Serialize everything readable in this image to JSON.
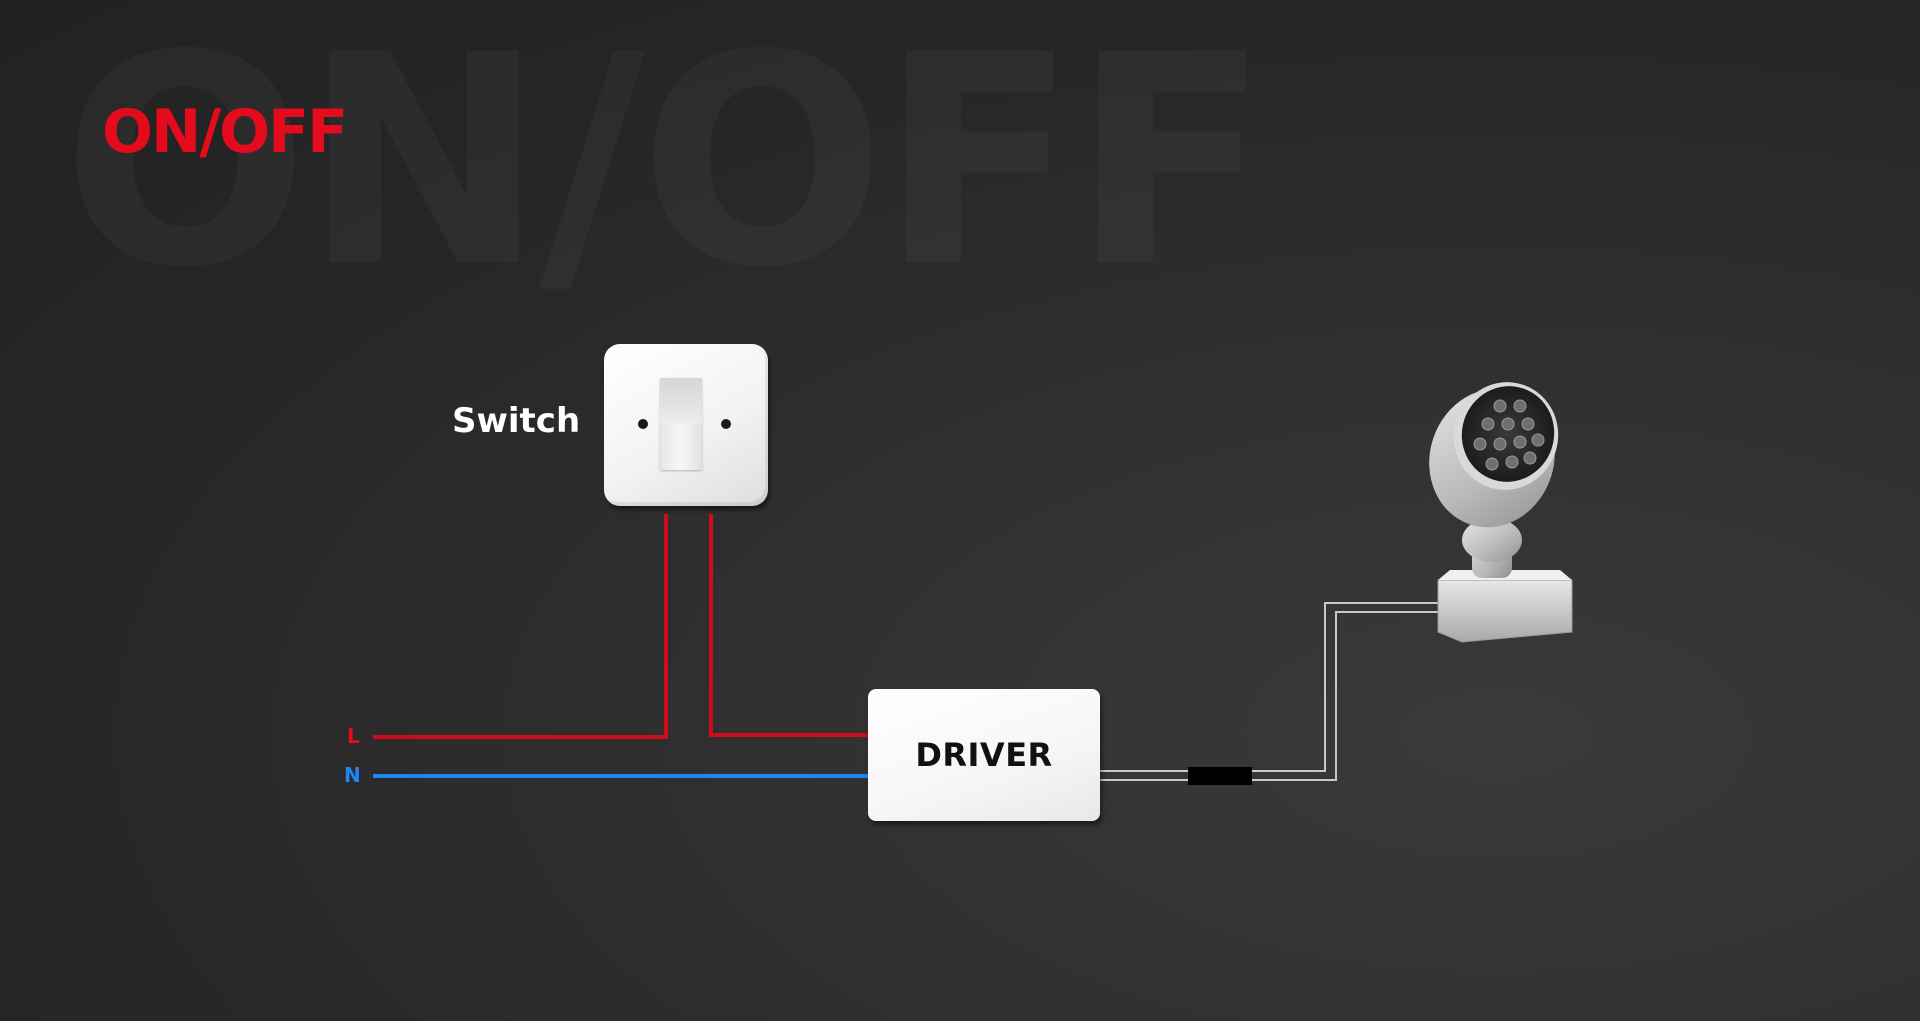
{
  "diagram": {
    "watermark": "ON/OFF",
    "title": "ON/OFF",
    "switch_label": "Switch",
    "driver_label": "DRIVER",
    "wire_labels": {
      "live": "L",
      "neutral": "N"
    },
    "colors": {
      "accent_red": "#e30b1c",
      "live_wire": "#d10b1c",
      "neutral_wire": "#1f86f4",
      "output_wire": "#c8c8c8",
      "background": "#2b2b2b"
    },
    "icons": [
      "light-switch-icon",
      "led-spotlight-icon"
    ]
  }
}
